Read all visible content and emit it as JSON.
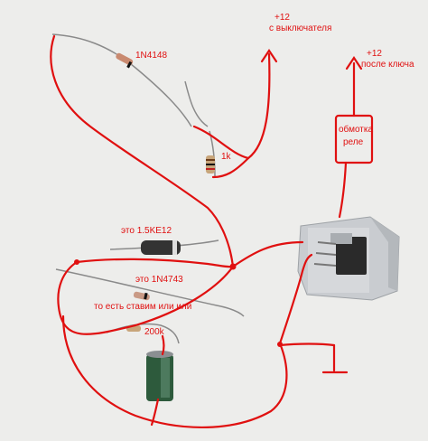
{
  "colors": {
    "background": "#ededeb",
    "ink": "#e01010",
    "wire": "#8a8a8a",
    "heatsink": "#c9ccd0",
    "capacitor": "#2d5a3c"
  },
  "labels": {
    "diode_1n4148": "1N4148",
    "plus12_top": "+12",
    "from_switch": "с выключателя",
    "plus12_right": "+12",
    "after_key": "после ключа",
    "coil": "обмотка",
    "relay": "реле",
    "resistor_1k": "1k",
    "this_1_5ke12": "это 1.5KE12",
    "this_1n4743": "это 1N4743",
    "that_is": "то есть ставим или или",
    "resistor_200k": "200k"
  },
  "icons": {
    "arrow_up_left": "arrow-up-icon",
    "arrow_up_right": "arrow-up-icon",
    "ground": "ground-icon"
  }
}
